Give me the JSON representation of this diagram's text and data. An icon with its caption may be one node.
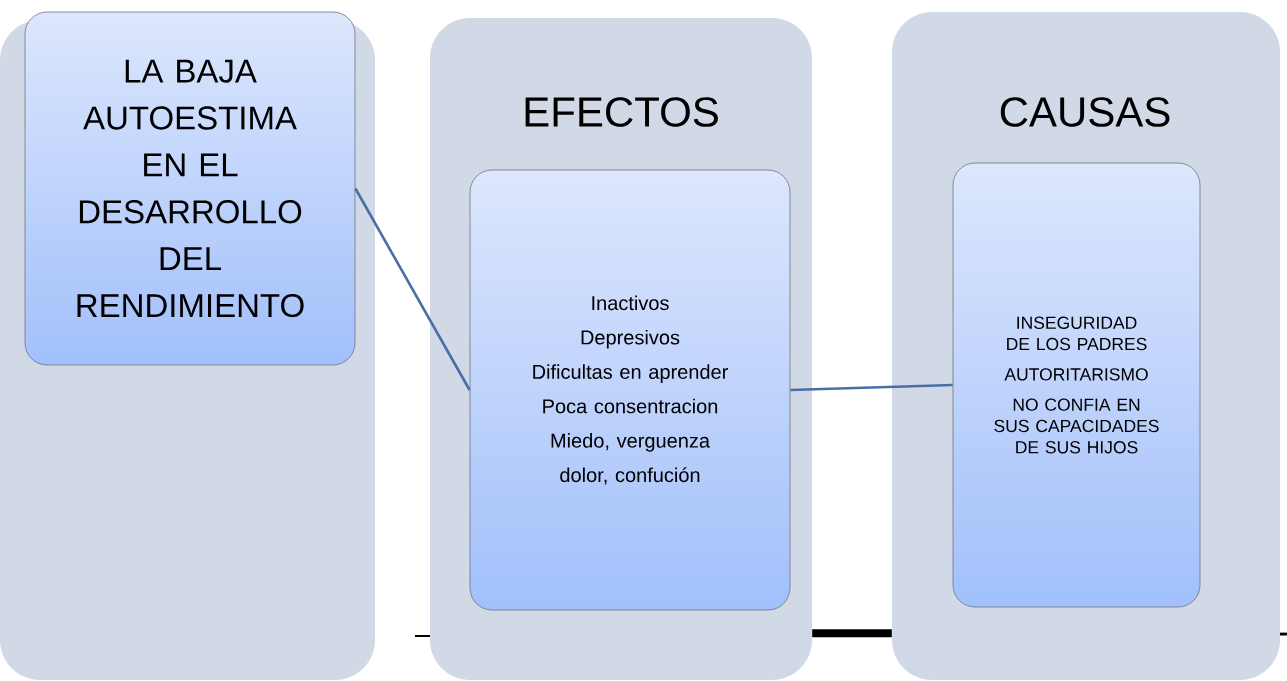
{
  "diagram": {
    "nodes": [
      {
        "text": [],
        "shape": "box"
      },
      {
        "text": [
          "LA BAJA AUTOESTIMA EN EL DESARROLLO DEL RENDIMIENTO"
        ],
        "in": 0
      },
      {
        "text": [
          "EFECTOS"
        ]
      },
      {
        "text": [
          "Inactivos",
          "Depresivos",
          "Dificultas en aprender",
          "Poca consentracion",
          "Miedo, verguenza",
          "dolor, confución"
        ],
        "in": 2
      },
      {
        "text": [
          "CAUSAS"
        ]
      },
      {
        "text": [
          "INSEGURIDAD DE LOS PADRES",
          "AUTORITARISMO",
          "NO CONFIA EN SUS CAPACIDADES DE SUS HIJOS"
        ],
        "in": 4
      }
    ],
    "edges": [
      {
        "from": 1,
        "to": 3,
        "arrow": "none"
      },
      {
        "from": 3,
        "to": 5,
        "arrow": "none"
      },
      {
        "from": 2,
        "to": 4,
        "arrow": "none",
        "style": "thick",
        "color": "#000000"
      }
    ]
  }
}
